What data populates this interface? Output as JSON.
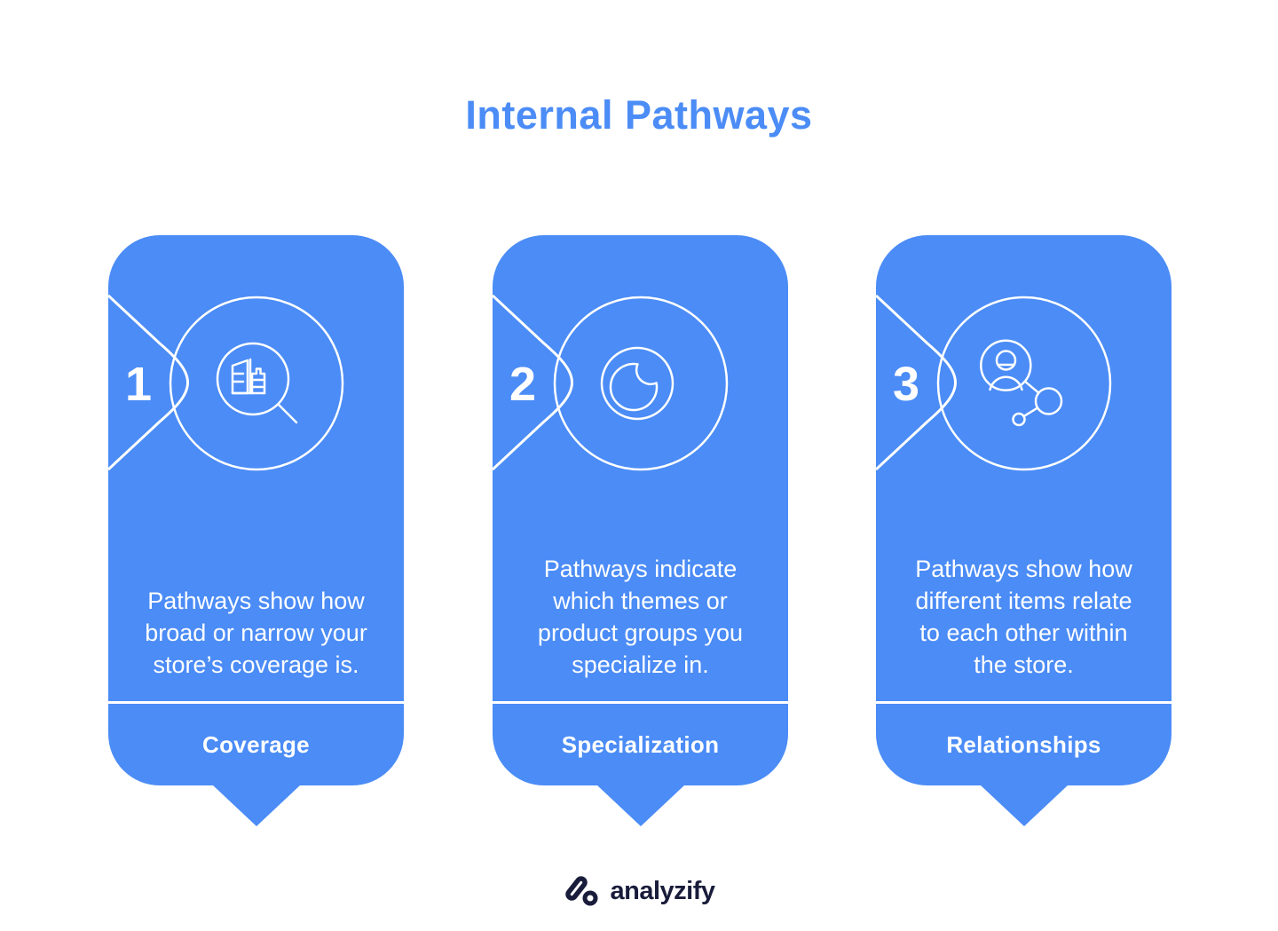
{
  "colors": {
    "accent_blue": "#4b8cf6",
    "card_text_white": "#ffffff",
    "logo_navy": "#191c3a"
  },
  "title": "Internal Pathways",
  "cards": [
    {
      "number": "1",
      "icon": "magnifier-store-icon",
      "description": "Pathways show how\nbroad or narrow your\nstore’s coverage is.",
      "label": "Coverage"
    },
    {
      "number": "2",
      "icon": "pie-chart-icon",
      "description": "Pathways indicate\nwhich themes or\nproduct groups you\nspecialize in.",
      "label": "Specialization"
    },
    {
      "number": "3",
      "icon": "people-network-icon",
      "description": "Pathways show how\ndifferent items relate\nto each other within\nthe store.",
      "label": "Relationships"
    }
  ],
  "footer": {
    "brand": "analyzify"
  }
}
